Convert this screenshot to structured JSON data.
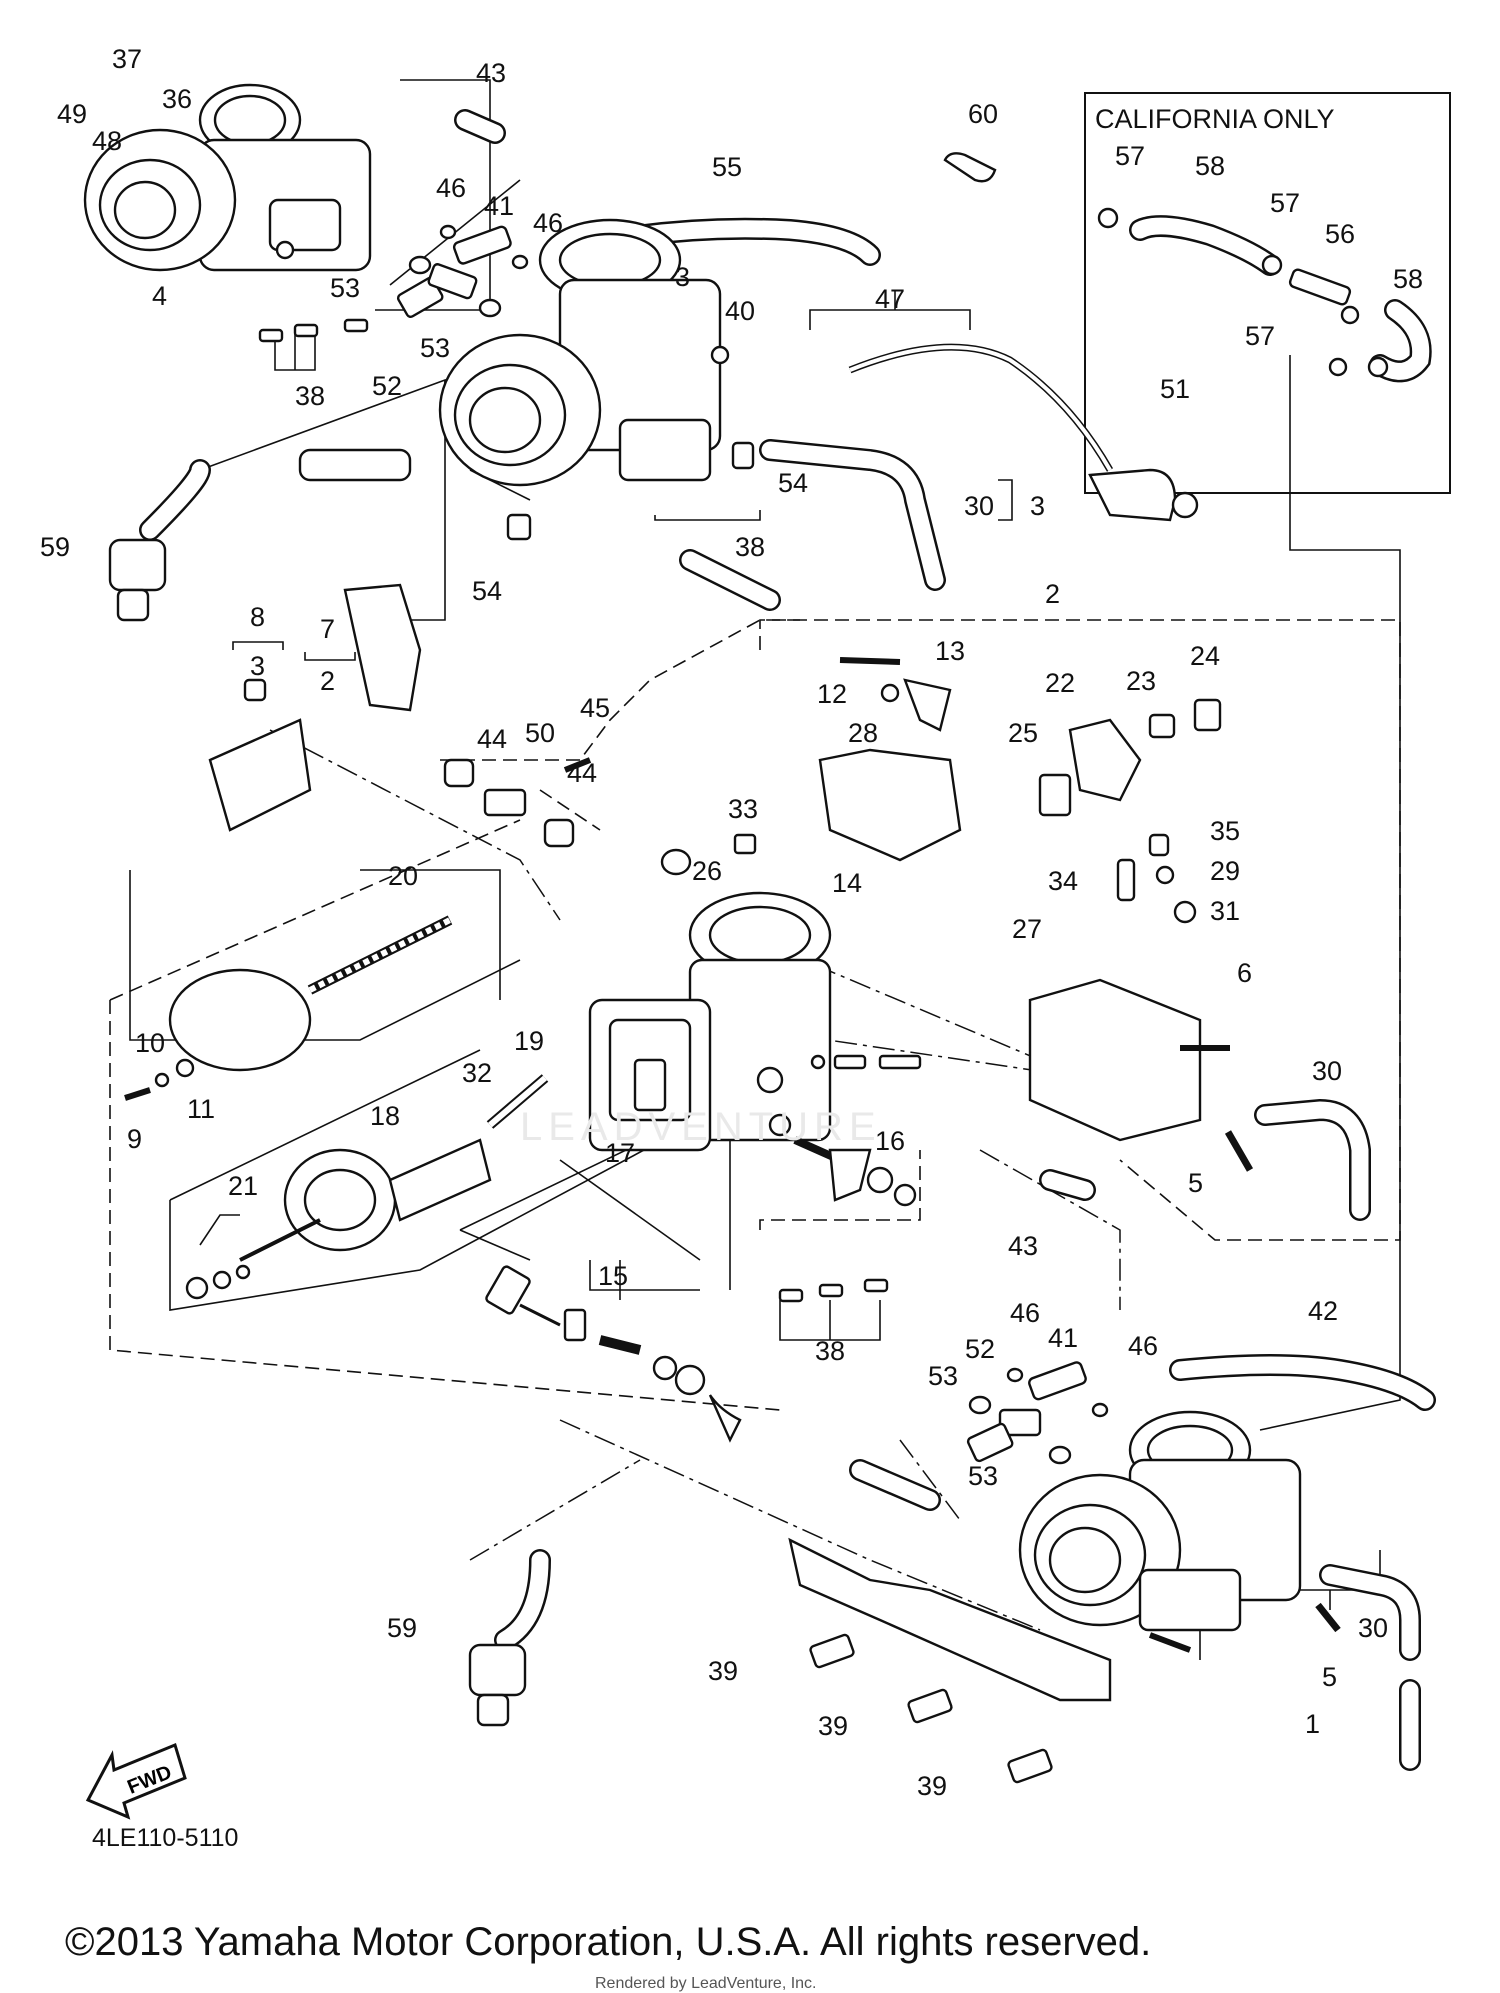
{
  "diagram": {
    "diagram_code": "4LE110-5110",
    "copyright": "©2013 Yamaha Motor Corporation, U.S.A. All rights reserved.",
    "rendered_by": "Rendered by LeadVenture, Inc.",
    "watermark": "LEADVENTURE",
    "california_box_title": "CALIFORNIA ONLY",
    "fwd_arrow_text": "FWD",
    "labels": [
      "37",
      "36",
      "43",
      "60",
      "49",
      "48",
      "46",
      "41",
      "46",
      "55",
      "3",
      "40",
      "47",
      "57",
      "58",
      "57",
      "56",
      "58",
      "57",
      "53",
      "53",
      "52",
      "38",
      "4",
      "59",
      "51",
      "54",
      "30",
      "3",
      "38",
      "54",
      "2",
      "7",
      "8",
      "3",
      "2",
      "13",
      "24",
      "12",
      "23",
      "22",
      "28",
      "25",
      "45",
      "50",
      "44",
      "44",
      "33",
      "14",
      "35",
      "26",
      "29",
      "34",
      "31",
      "20",
      "27",
      "6",
      "10",
      "19",
      "9",
      "11",
      "32",
      "17",
      "16",
      "30",
      "18",
      "5",
      "21",
      "43",
      "15",
      "46",
      "42",
      "41",
      "52",
      "46",
      "53",
      "38",
      "53",
      "59",
      "30",
      "5",
      "39",
      "1",
      "39",
      "39"
    ]
  }
}
